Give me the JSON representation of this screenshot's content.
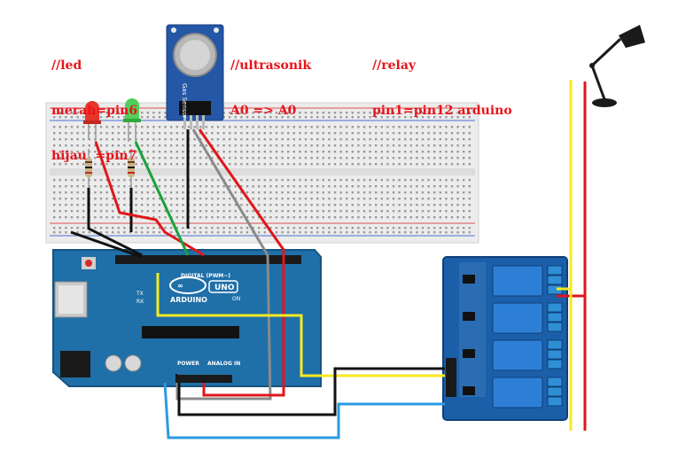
{
  "notes": {
    "led": [
      "//led",
      "merah=pin6",
      "hijau  =pin7"
    ],
    "ultrasonic": [
      "//ultrasonik",
      "A0 => A0"
    ],
    "relay": [
      "//relay",
      "pin1=pin12 arduino"
    ]
  },
  "sensor": {
    "label": "Gas Sensor"
  },
  "arduino": {
    "logo": "UNO",
    "brand": "ARDUINO",
    "digital_label": "DIGITAL (PWM~)",
    "power_label": "POWER",
    "analog_label": "ANALOG IN",
    "tx_label": "TX",
    "rx_label": "RX",
    "on_label": "ON"
  },
  "colors": {
    "note_red": "#e8141b",
    "wire_red": "#e0161b",
    "wire_black": "#111111",
    "wire_green": "#1aa23a",
    "wire_yellow": "#f7ea1f",
    "wire_gray": "#8a8a8a",
    "wire_blue": "#2a9be0",
    "board_blue": "#1f6fa8",
    "relay_blue": "#1b5fa8",
    "breadboard": "#eeeeee"
  }
}
